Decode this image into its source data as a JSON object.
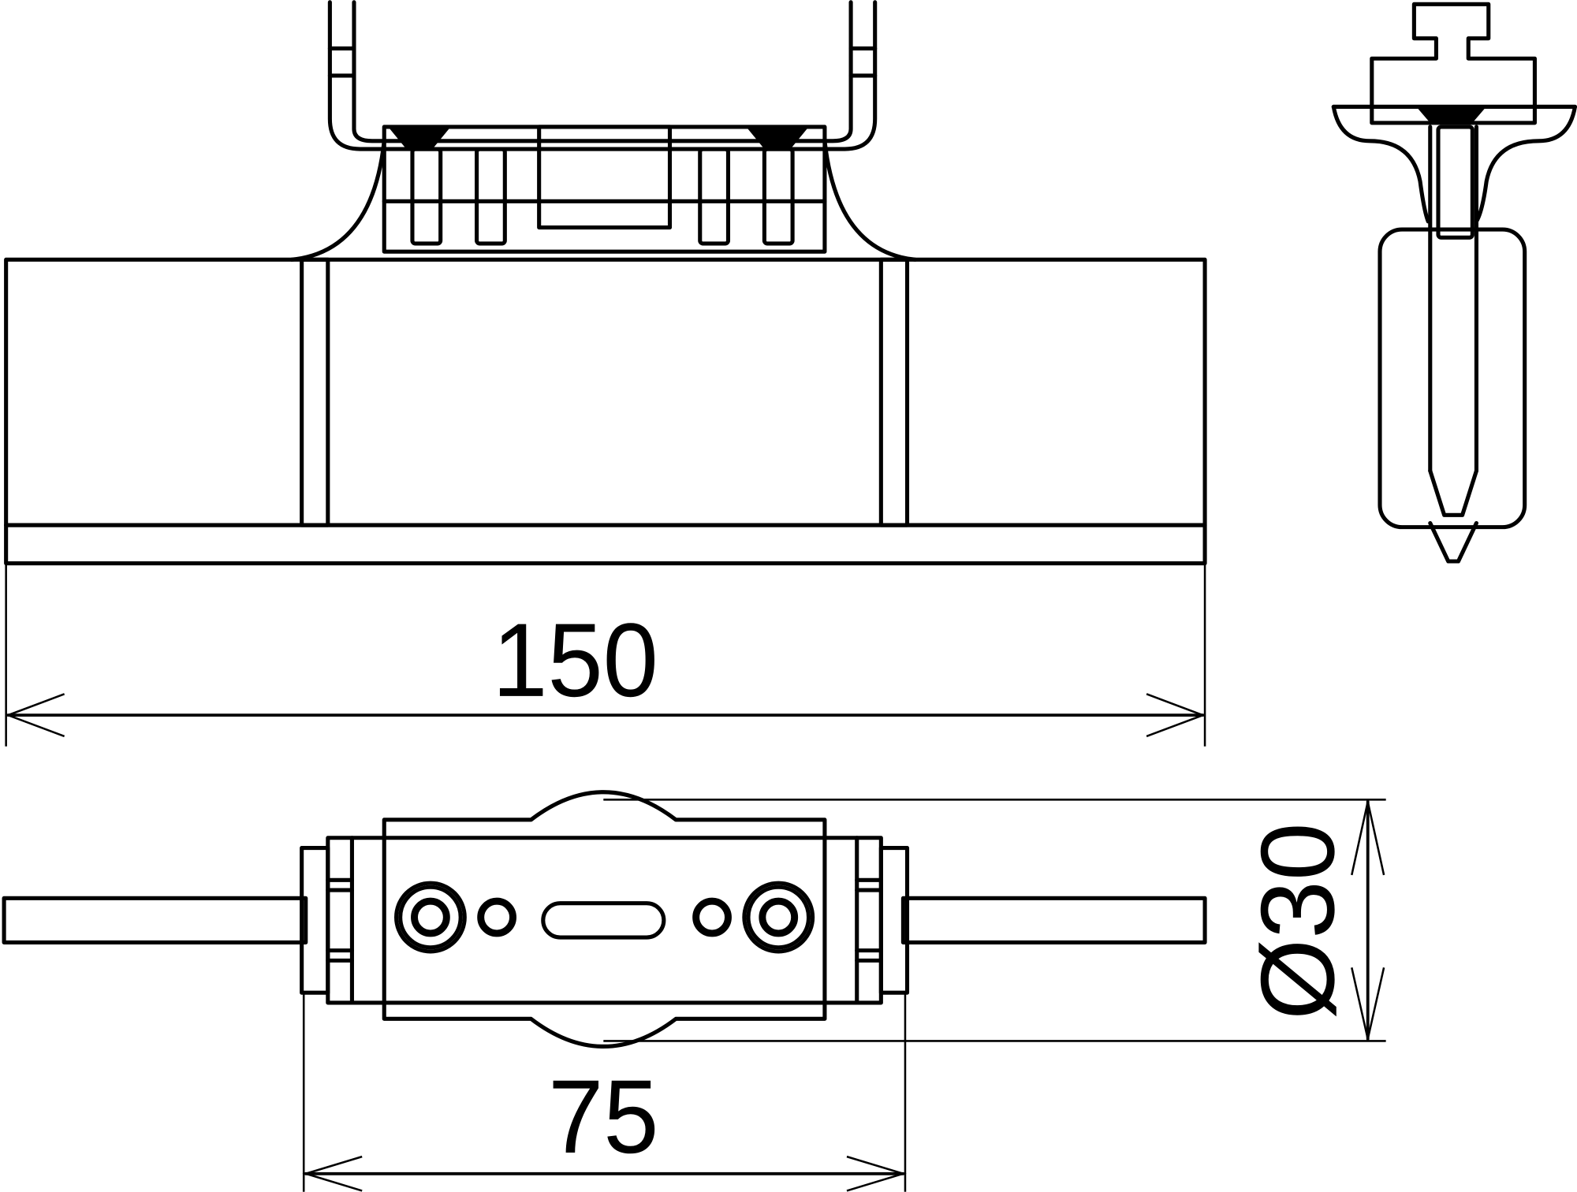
{
  "drawing": {
    "type": "technical-drawing",
    "views": [
      "front-view",
      "side-view",
      "top-view"
    ],
    "line_color": "#000000",
    "background": "#ffffff"
  },
  "dimensions": {
    "overall_length": "150",
    "clamp_width": "75",
    "diameter": "Ø30"
  }
}
